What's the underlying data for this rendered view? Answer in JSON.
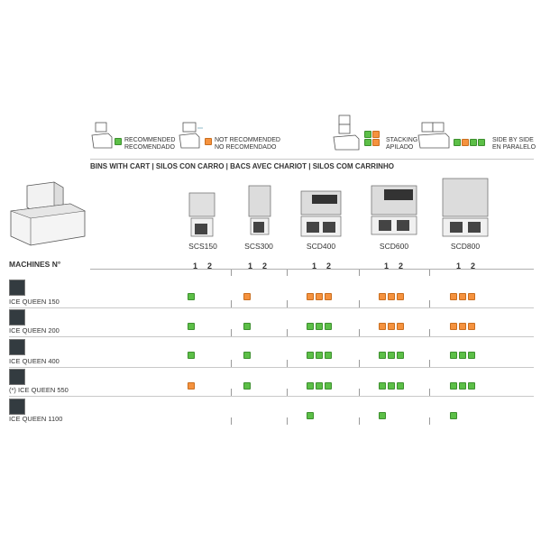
{
  "legend": {
    "recommended": {
      "line1": "RECOMMENDED",
      "line2": "RECOMENDADO",
      "color": "#5cbf47"
    },
    "not_recommended": {
      "line1": "NOT RECOMMENDED",
      "line2": "NO RECOMENDADO",
      "color": "#f5923e"
    },
    "stacking": {
      "line1": "STACKING",
      "line2": "APILADO"
    },
    "side_by_side": {
      "line1": "SIDE BY SIDE",
      "line2": "EN PARALELO"
    }
  },
  "header": "BINS WITH CART | SILOS CON CARRO | BACS AVEC CHARIOT | SILOS COM CARRINHO",
  "machines_title": "MACHINES N°",
  "bins": [
    {
      "name": "SCS150",
      "num1": "1",
      "num2": "2"
    },
    {
      "name": "SCS300",
      "num1": "1",
      "num2": "2"
    },
    {
      "name": "SCD400",
      "num1": "1",
      "num2": "2"
    },
    {
      "name": "SCD600",
      "num1": "1",
      "num2": "2"
    },
    {
      "name": "SCD800",
      "num1": "1",
      "num2": "2"
    }
  ],
  "machines": [
    {
      "name": "ICE QUEEN 150",
      "cells": [
        [
          "g"
        ],
        [
          "o"
        ],
        [
          "o",
          "o",
          "o"
        ],
        [
          "o",
          "o",
          "o"
        ],
        [
          "o",
          "o",
          "o"
        ]
      ]
    },
    {
      "name": "ICE QUEEN 200",
      "cells": [
        [
          "g"
        ],
        [
          "g"
        ],
        [
          "g",
          "g",
          "g"
        ],
        [
          "o",
          "o",
          "o"
        ],
        [
          "o",
          "o",
          "o"
        ]
      ]
    },
    {
      "name": "ICE QUEEN 400",
      "cells": [
        [
          "g"
        ],
        [
          "g"
        ],
        [
          "g",
          "g",
          "g"
        ],
        [
          "g",
          "g",
          "g"
        ],
        [
          "g",
          "g",
          "g"
        ]
      ]
    },
    {
      "name": "(*) ICE QUEEN 550",
      "cells": [
        [
          "o"
        ],
        [
          "g"
        ],
        [
          "g",
          "g",
          "g"
        ],
        [
          "g",
          "g",
          "g"
        ],
        [
          "g",
          "g",
          "g"
        ]
      ]
    },
    {
      "name": "ICE QUEEN 1100",
      "cells": [
        [],
        [],
        [
          "g"
        ],
        [
          "g"
        ],
        [
          "g"
        ]
      ]
    }
  ]
}
